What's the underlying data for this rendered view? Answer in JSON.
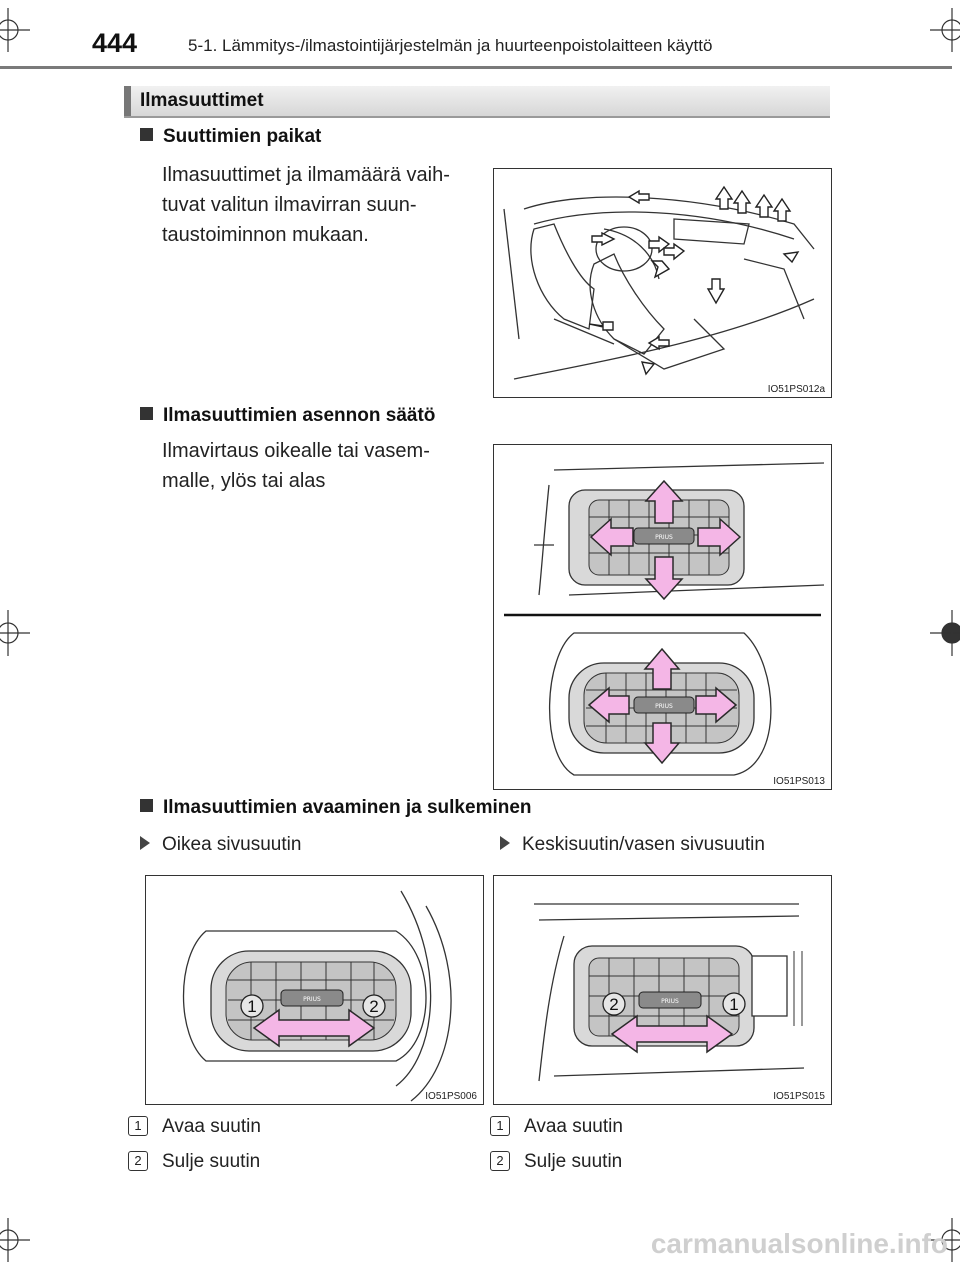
{
  "header": {
    "page_number": "444",
    "chapter": "5-1. Lämmitys-/ilmastointijärjestelmän ja huurteenpoistolaitteen käyttö"
  },
  "section": {
    "title": "Ilmasuuttimet"
  },
  "blocks": [
    {
      "heading": "Suuttimien paikat",
      "text": "Ilmasuuttimet ja ilmamäärä vaihtuvat valitun ilmavirran suuntaustoiminnon mukaan.",
      "text_lines": [
        "Ilmasuuttimet ja ilmamäärä vaih-",
        "tuvat valitun ilmavirran suun-",
        "taustoiminnon mukaan."
      ],
      "figure_code": "IO51PS012a"
    },
    {
      "heading": "Ilmasuuttimien asennon säätö",
      "text_lines": [
        "Ilmavirtaus oikealle tai vasem-",
        "malle, ylös tai alas"
      ],
      "figure_code": "IO51PS013",
      "vent_badge": "PRIUS"
    },
    {
      "heading": "Ilmasuuttimien avaaminen ja sulkeminen"
    }
  ],
  "columns": [
    {
      "label": "Oikea sivusuutin",
      "figure_code": "IO51PS006",
      "vent_badge": "PRIUS",
      "callouts": [
        "1",
        "2"
      ],
      "legend": [
        {
          "num": "1",
          "text": "Avaa suutin"
        },
        {
          "num": "2",
          "text": "Sulje suutin"
        }
      ]
    },
    {
      "label": "Keskisuutin/vasen sivusuutin",
      "figure_code": "IO51PS015",
      "vent_badge": "PRIUS",
      "callouts": [
        "2",
        "1"
      ],
      "legend": [
        {
          "num": "1",
          "text": "Avaa suutin"
        },
        {
          "num": "2",
          "text": "Sulje suutin"
        }
      ]
    }
  ],
  "watermark": "carmanualsonline.info",
  "colors": {
    "arrow_fill": "#f4b6e6",
    "arrow_stroke": "#2a2a2a",
    "vent_fill": "#cfcfcf",
    "section_bar": "#dcdcdc"
  }
}
